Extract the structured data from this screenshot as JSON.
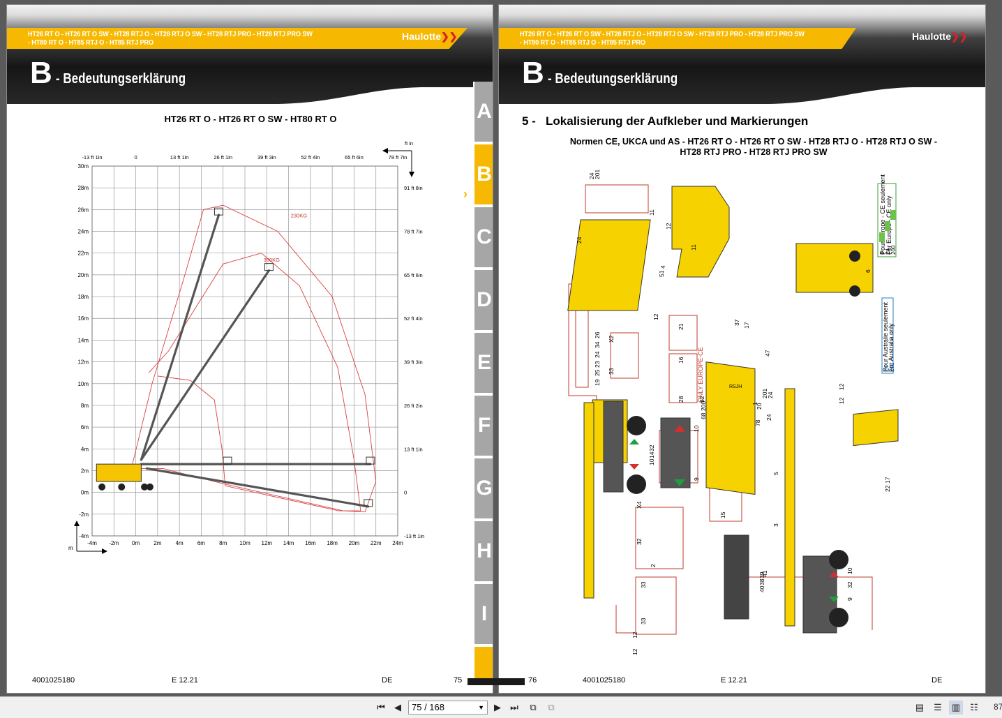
{
  "header": {
    "models_line1": "HT26 RT O - HT26 RT O SW - HT28 RTJ O - HT28 RTJ O SW - HT28 RTJ PRO - HT28 RTJ PRO SW",
    "models_line2": "- HT80 RT O - HT85 RTJ O - HT85 RTJ PRO",
    "brand": "Haulotte",
    "section_letter": "B",
    "section_title": "- Bedeutungserklärung"
  },
  "left_page": {
    "chart_title": "HT26 RT O - HT26 RT O SW - HT80 RT O",
    "footer": {
      "doc_number": "4001025180",
      "edition": "E 12.21",
      "lang": "DE",
      "page_number": "75"
    }
  },
  "right_page": {
    "heading_number": "5 -",
    "heading": "Lokalisierung der Aufkleber und Markierungen",
    "subheading_line1": "Normen  CE, UKCA und AS - HT26 RT O - HT26 RT O SW - HT28 RTJ O - HT28 RTJ O SW -",
    "subheading_line2": "HT28 RTJ PRO - HT28 RTJ PRO SW",
    "notes": {
      "europe_1": "Pour Europe - CE seulement",
      "europe_2": "For Europe - CE only",
      "europe_codes": [
        "8",
        "24",
        "200"
      ],
      "australia_1": "Pour Australie seulement",
      "australia_2": "For Australia only",
      "australia_codes": [
        "24",
        "201"
      ],
      "only_europe": "ONLY EUROPE-CE",
      "plate": "RSJH"
    },
    "labels": [
      "24",
      "201",
      "11",
      "12",
      "4",
      "51",
      "11",
      "24",
      "12",
      "26",
      "34",
      "24",
      "23",
      "25",
      "19",
      "33",
      "X2",
      "21",
      "16",
      "28",
      "10",
      "32",
      "14",
      "10",
      "9",
      "X4",
      "32",
      "2",
      "33",
      "33",
      "12",
      "12",
      "15",
      "37",
      "17",
      "47",
      "82",
      "200",
      "68",
      "201",
      "24",
      "20",
      "1",
      "6",
      "24",
      "78",
      "12",
      "12",
      "5",
      "3",
      "22",
      "17",
      "10",
      "32",
      "9",
      "40",
      "38",
      "39",
      "41"
    ],
    "footer": {
      "page_number": "76",
      "doc_number": "4001025180",
      "edition": "E 12.21",
      "lang": "DE"
    }
  },
  "tabs": [
    "A",
    "B",
    "C",
    "D",
    "E",
    "F",
    "G",
    "H",
    "I"
  ],
  "active_tab": "B",
  "chart_data": {
    "type": "line",
    "title": "HT26 RT O - HT26 RT O SW - HT80 RT O",
    "xlabel": "m",
    "ylabel": "",
    "x_ticks_m": [
      "-4m",
      "-2m",
      "0m",
      "2m",
      "4m",
      "6m",
      "8m",
      "10m",
      "12m",
      "14m",
      "16m",
      "18m",
      "20m",
      "22m",
      "24m"
    ],
    "x_ticks_ft": [
      "-13 ft 1in",
      "0",
      "13 ft 1in",
      "26 ft 1in",
      "39 ft 3in",
      "52 ft 4in",
      "65 ft 6in",
      "78 ft 7in"
    ],
    "y_ticks_m": [
      "30m",
      "28m",
      "26m",
      "24m",
      "22m",
      "20m",
      "18m",
      "16m",
      "14m",
      "12m",
      "10m",
      "8m",
      "6m",
      "4m",
      "2m",
      "0m",
      "-2m",
      "-4m"
    ],
    "y_ticks_ft": [
      "91 ft 8in",
      "78 ft 7in",
      "65 ft 6in",
      "52 ft 4in",
      "39 ft 3in",
      "26 ft 2in",
      "13 ft 1in",
      "0",
      "-13 ft 1in"
    ],
    "ft_unit": "ft in",
    "xlim": [
      -4,
      24
    ],
    "ylim": [
      -4,
      30
    ],
    "grid": true,
    "series": [
      {
        "name": "230KG",
        "values": [
          [
            -0.4,
            2.2
          ],
          [
            1.5,
            10
          ],
          [
            4.5,
            20
          ],
          [
            6.2,
            26
          ],
          [
            8,
            26.4
          ],
          [
            13,
            24
          ],
          [
            18,
            18
          ],
          [
            21,
            9
          ],
          [
            22,
            1
          ],
          [
            21,
            -1.8
          ],
          [
            19,
            -1.7
          ],
          [
            8,
            0.8
          ],
          [
            2.5,
            2.2
          ],
          [
            -0.4,
            2.2
          ]
        ]
      },
      {
        "name": "350KG",
        "values": [
          [
            1.2,
            11
          ],
          [
            3,
            13
          ],
          [
            5.5,
            17
          ],
          [
            8,
            21
          ],
          [
            11.5,
            22
          ],
          [
            15,
            19
          ],
          [
            18.5,
            11.5
          ],
          [
            20,
            3
          ],
          [
            20.6,
            -1.7
          ],
          [
            18.6,
            -1.7
          ],
          [
            8.2,
            0.6
          ],
          [
            7.9,
            4
          ],
          [
            7.2,
            8.5
          ],
          [
            5,
            10.3
          ],
          [
            2,
            10.7
          ]
        ]
      }
    ]
  },
  "toolbar": {
    "page_indicator": "75 / 168",
    "zoom": "87"
  }
}
